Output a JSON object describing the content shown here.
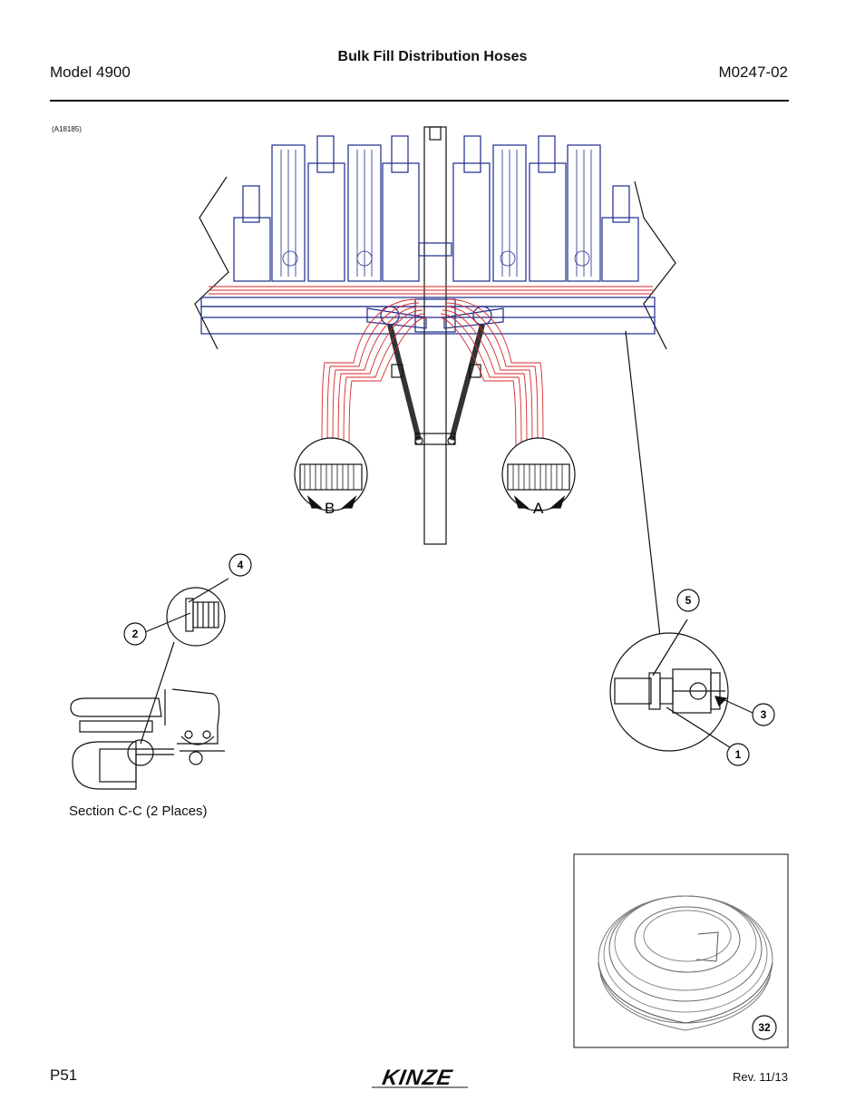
{
  "header": {
    "model": "Model 4900",
    "title": "Bulk Fill Distribution Hoses",
    "doc_code": "M0247-02"
  },
  "figure": {
    "ref": "(A18185)",
    "view_a": "A",
    "view_b": "B",
    "section_label": "Section C-C (2 Places)",
    "callouts": [
      "4",
      "2",
      "5",
      "3",
      "1",
      "32"
    ]
  },
  "footer": {
    "page": "P51",
    "revision": "Rev. 11/13",
    "logo_text": "KINZE"
  },
  "colors": {
    "hose": "#d62828",
    "frame": "#1c2a8c",
    "ink": "#111111"
  }
}
